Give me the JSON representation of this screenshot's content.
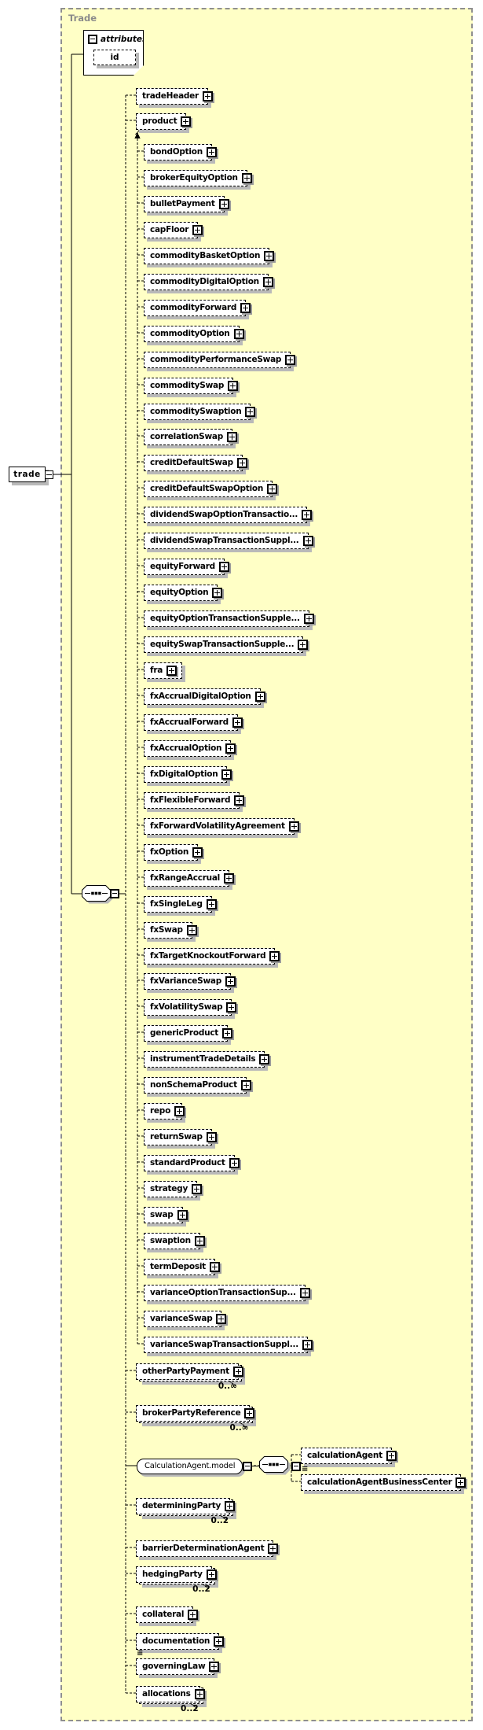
{
  "diagram": {
    "container_label": "Trade",
    "attributes_group": {
      "label": "attributes",
      "items": [
        {
          "name": "id"
        }
      ]
    },
    "root_element": {
      "name": "trade"
    },
    "connector_type": "sequence",
    "children": [
      {
        "name": "tradeHeader"
      },
      {
        "name": "product",
        "substitution_head": true
      },
      {
        "name": "otherPartyPayment",
        "occurs": "0..∞"
      },
      {
        "name": "brokerPartyReference",
        "occurs": "0..∞"
      },
      {
        "name": "CalculationAgent.model",
        "model_group": true,
        "connector_type": "sequence",
        "children": [
          {
            "name": "calculationAgent"
          },
          {
            "name": "calculationAgentBusinessCenter",
            "annotated": true
          }
        ]
      },
      {
        "name": "determiningParty",
        "occurs": "0..2"
      },
      {
        "name": "barrierDeterminationAgent"
      },
      {
        "name": "hedgingParty",
        "occurs": "0..2"
      },
      {
        "name": "collateral"
      },
      {
        "name": "documentation"
      },
      {
        "name": "governingLaw",
        "annotated": true
      },
      {
        "name": "allocations",
        "occurs": "0..2"
      }
    ],
    "product_substitutions": [
      "bondOption",
      "brokerEquityOption",
      "bulletPayment",
      "capFloor",
      "commodityBasketOption",
      "commodityDigitalOption",
      "commodityForward",
      "commodityOption",
      "commodityPerformanceSwap",
      "commoditySwap",
      "commoditySwaption",
      "correlationSwap",
      "creditDefaultSwap",
      "creditDefaultSwapOption",
      "dividendSwapOptionTransactio...",
      "dividendSwapTransactionSuppl...",
      "equityForward",
      "equityOption",
      "equityOptionTransactionSupple...",
      "equitySwapTransactionSupple...",
      "fra",
      "fxAccrualDigitalOption",
      "fxAccrualForward",
      "fxAccrualOption",
      "fxDigitalOption",
      "fxFlexibleForward",
      "fxForwardVolatilityAgreement",
      "fxOption",
      "fxRangeAccrual",
      "fxSingleLeg",
      "fxSwap",
      "fxTargetKnockoutForward",
      "fxVarianceSwap",
      "fxVolatilitySwap",
      "genericProduct",
      "instrumentTradeDetails",
      "nonSchemaProduct",
      "repo",
      "returnSwap",
      "standardProduct",
      "strategy",
      "swap",
      "swaption",
      "termDeposit",
      "varianceOptionTransactionSup...",
      "varianceSwap",
      "varianceSwapTransactionSuppl..."
    ]
  },
  "colors": {
    "container_fill": "#ffffc6",
    "container_border": "#8f8f8f",
    "box_border": "#000000",
    "box_fill": "#ffffff",
    "shadow": "#b9b9b9",
    "label_gray": "#8a8a8a"
  }
}
